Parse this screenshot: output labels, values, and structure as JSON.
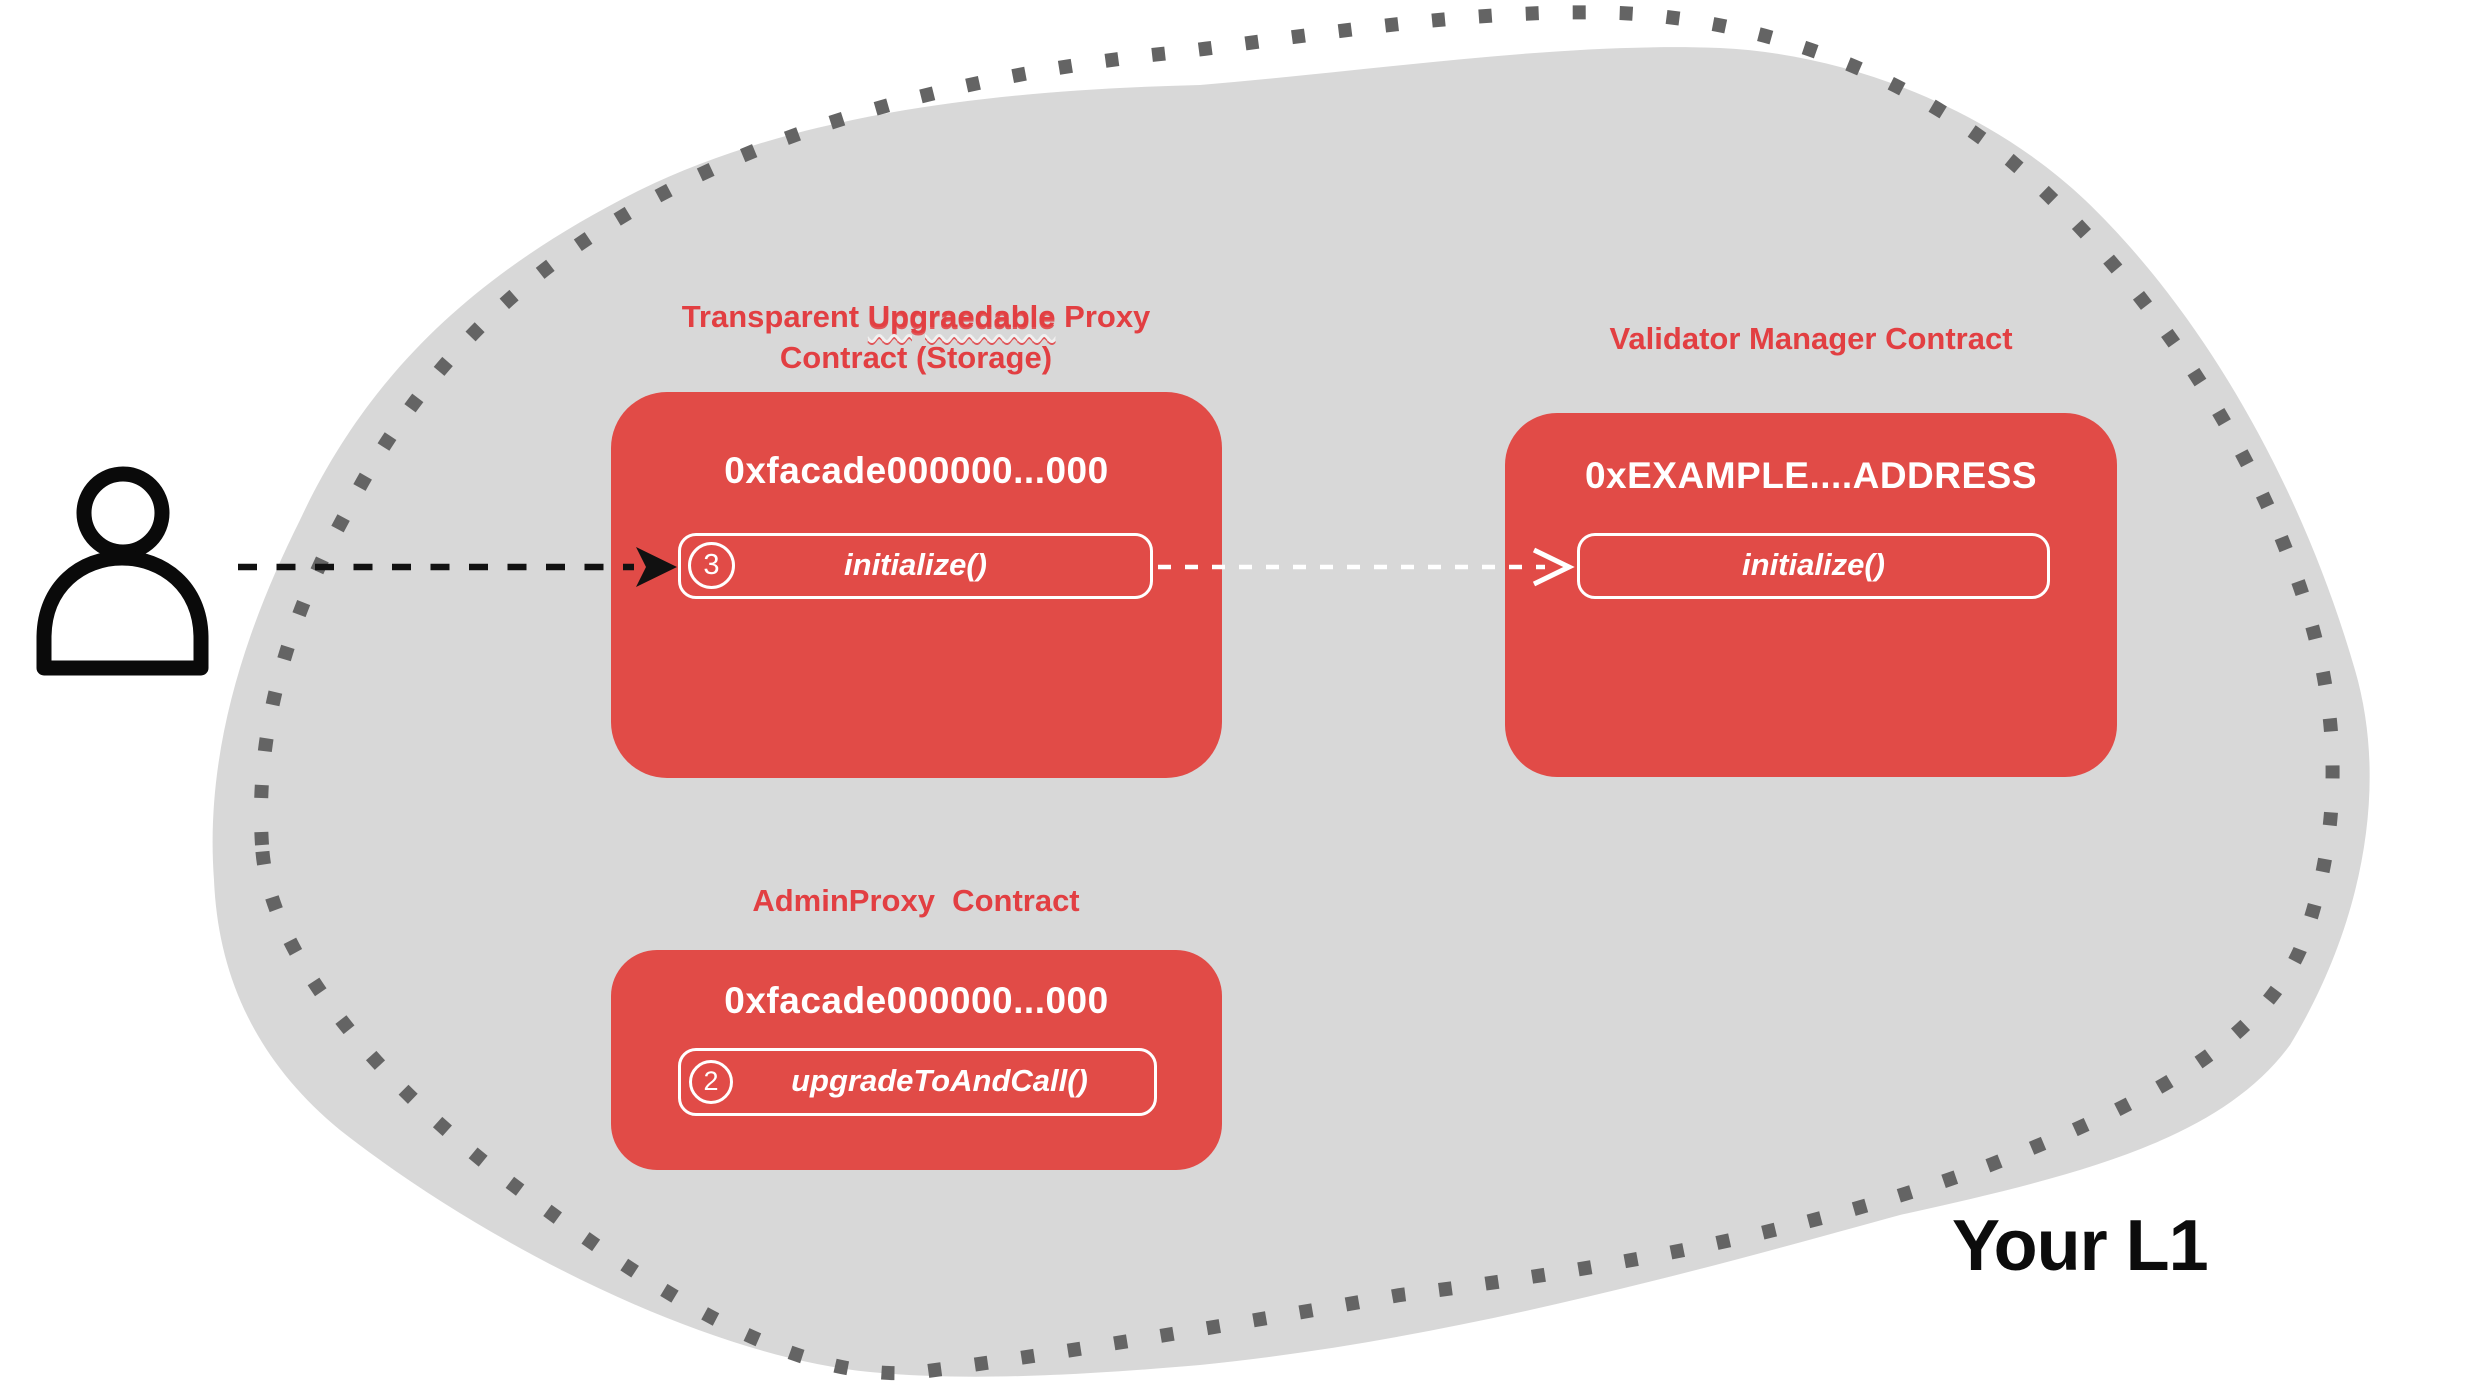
{
  "canvas": {
    "bg": "#ffffff"
  },
  "colors": {
    "blob_fill": "#d8d8d8",
    "dot_border": "#646464",
    "contract_red": "#e14b47",
    "title_red": "#e23f42",
    "text_white": "#ffffff",
    "arrow_black": "#111111",
    "label_black": "#0c0c0c"
  },
  "region": {
    "label": "Your L1"
  },
  "actor": {
    "icon": "user-icon"
  },
  "arrows": {
    "user_to_proxy": "dashed-black-arrow",
    "proxy_to_validator": "dashed-white-arrow"
  },
  "contracts": {
    "proxy": {
      "title_prefix": "Transparent ",
      "title_misspelled": "Upgraedable",
      "title_suffix": " Proxy",
      "title_line2": "Contract (Storage)",
      "address": "0xfacade000000...000",
      "method_step": "3",
      "method_label": "initialize()"
    },
    "validator": {
      "title": "Validator Manager Contract",
      "address": "0xEXAMPLE....ADDRESS",
      "method_label": "initialize()"
    },
    "admin": {
      "title": "AdminProxy  Contract",
      "address": "0xfacade000000...000",
      "method_step": "2",
      "method_label": "upgradeToAndCall()"
    }
  }
}
